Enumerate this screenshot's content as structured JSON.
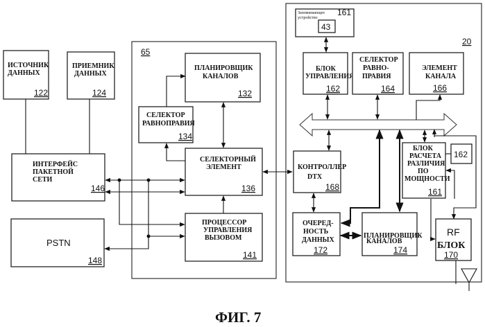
{
  "figure": {
    "caption": "ФИГ. 7"
  },
  "left": {
    "data_source": {
      "lines": [
        "ИСТОЧНИК",
        "ДАННЫХ"
      ],
      "ref": "122"
    },
    "data_sink": {
      "lines": [
        "ПРИЕМНИК",
        "ДАННЫХ"
      ],
      "ref": "124"
    },
    "packet_interface": {
      "lines": [
        "ИНТЕРФЕЙС",
        "ПАКЕТНОЙ",
        "СЕТИ"
      ],
      "ref": "146"
    },
    "pstn": {
      "label": "PSTN",
      "ref": "148"
    }
  },
  "controller_group": {
    "ref": "65",
    "channel_scheduler": {
      "lines": [
        "ПЛАНИРОВЩИК",
        "КАНАЛОВ"
      ],
      "ref": "132"
    },
    "fairness_selector": {
      "lines": [
        "СЕЛЕКТОР",
        "РАВНОПРАВИЯ"
      ],
      "ref": "134"
    },
    "selector_element": {
      "lines": [
        "СЕЛЕКТОРНЫЙ",
        "ЭЛЕМЕНТ"
      ],
      "ref": "136"
    },
    "call_processor": {
      "lines": [
        "ПРОЦЕССОР",
        "УПРАВЛЕНИЯ",
        "ВЫЗОВОМ"
      ],
      "ref": "141"
    }
  },
  "base_station": {
    "ref": "20",
    "memory": {
      "label_lines": [
        "Запоминающее",
        "устройство"
      ],
      "ref": "161",
      "inner_ref": "43"
    },
    "control_unit": {
      "lines": [
        "БЛОК",
        "УПРАВЛЕНИЯ"
      ],
      "ref": "162"
    },
    "fairness_selector": {
      "lines": [
        "СЕЛЕКТОР",
        "РАВНО-",
        "ПРАВИЯ"
      ],
      "ref": "164"
    },
    "channel_element": {
      "lines": [
        "ЭЛЕМЕНТ",
        "КАНАЛА"
      ],
      "ref": "166"
    },
    "dtx_controller": {
      "lines": [
        "КОНТРОЛЛЕР",
        "DTX"
      ],
      "ref": "168"
    },
    "power_calc": {
      "lines": [
        "БЛОК",
        "РАСЧЕТА",
        "РАЗЛИЧИЯ",
        "ПО",
        "МОЩНОСТИ"
      ],
      "ref": "161",
      "side_ref": "162"
    },
    "data_queue": {
      "lines": [
        "ОЧЕРЕД-",
        "НОСТЬ",
        "ДАННЫХ"
      ],
      "ref": "172"
    },
    "scheduler": {
      "lines": [
        "ПЛАНИРОВЩИК",
        "КАНАЛОВ"
      ],
      "ref": "174"
    },
    "rf_unit": {
      "lines": [
        "RF",
        "БЛОК"
      ],
      "ref": "170"
    }
  }
}
